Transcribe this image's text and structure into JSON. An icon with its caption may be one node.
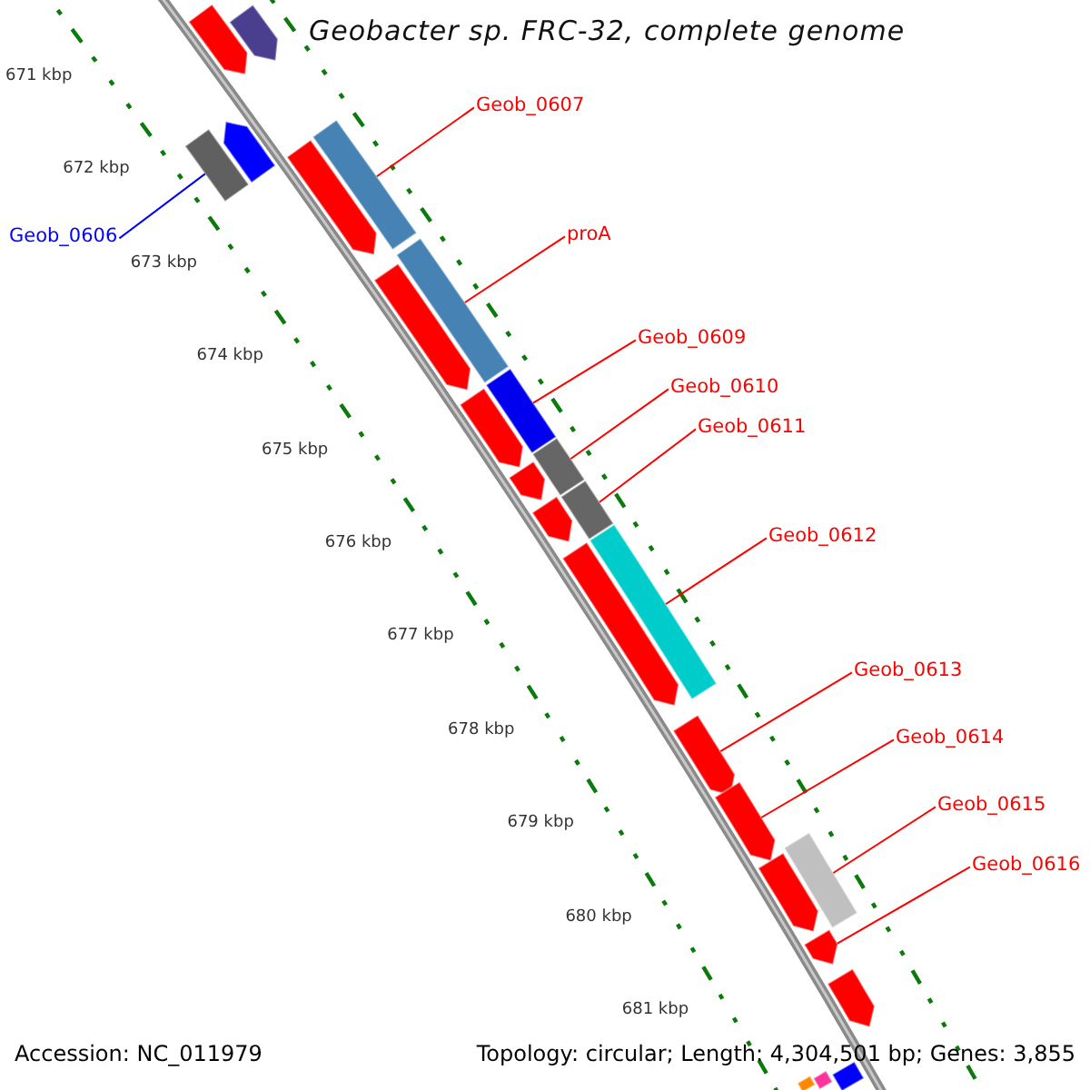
{
  "diagram": {
    "title": "Geobacter sp. FRC-32, complete genome",
    "nodes": [
      {
        "text": [
          "Geob_0607"
        ]
      },
      {
        "text": [
          "proA"
        ]
      },
      {
        "text": [
          "Geob_0606"
        ]
      },
      {
        "text": [
          "Geob_0609"
        ]
      },
      {
        "text": [
          "Geob_0610"
        ]
      },
      {
        "text": [
          "Geob_0611"
        ]
      },
      {
        "text": [
          "Geob_0612"
        ]
      },
      {
        "text": [
          "Geob_0613"
        ]
      },
      {
        "text": [
          "Geob_0614"
        ]
      },
      {
        "text": [
          "Geob_0615"
        ]
      },
      {
        "text": [
          "Geob_0616"
        ]
      },
      {
        "text": [],
        "shape": "bar"
      },
      {
        "text": [],
        "shape": "bar"
      },
      {
        "text": [],
        "shape": "bar"
      },
      {
        "text": [],
        "shape": "bar"
      },
      {
        "text": [],
        "shape": "bar"
      },
      {
        "text": [],
        "shape": "bar"
      },
      {
        "text": [],
        "shape": "bar"
      },
      {
        "text": [],
        "shape": "bar"
      },
      {
        "text": [],
        "shape": "bar"
      },
      {
        "text": [],
        "shape": "bar"
      },
      {
        "text": [],
        "shape": "bar"
      },
      {
        "text": [],
        "shape": "bar"
      },
      {
        "text": [],
        "shape": "bar"
      },
      {
        "text": [],
        "shape": "bar"
      },
      {
        "text": [],
        "shape": "bar"
      },
      {
        "text": [],
        "shape": "bar"
      },
      {
        "text": [],
        "shape": "bar"
      },
      {
        "text": [],
        "shape": "bar"
      },
      {
        "text": [],
        "shape": "bar"
      },
      {
        "text": [],
        "shape": "bar"
      },
      {
        "text": [],
        "shape": "bar"
      },
      {
        "text": [],
        "shape": "bar"
      },
      {
        "text": [],
        "shape": "bar"
      },
      {
        "text": [],
        "shape": "bar"
      },
      {
        "text": [],
        "shape": "bar"
      }
    ],
    "edges": [
      {
        "from": 0,
        "to": 15,
        "arrow": "none"
      },
      {
        "from": 1,
        "to": 17,
        "arrow": "none"
      },
      {
        "from": 2,
        "to": 13,
        "arrow": "none",
        "color": "#0000ff"
      },
      {
        "from": 3,
        "to": 19,
        "arrow": "none"
      },
      {
        "from": 4,
        "to": 21,
        "arrow": "none"
      },
      {
        "from": 5,
        "to": 24,
        "arrow": "none"
      },
      {
        "from": 6,
        "to": 25,
        "arrow": "none"
      },
      {
        "from": 7,
        "to": 27,
        "arrow": "none"
      },
      {
        "from": 8,
        "to": 28,
        "arrow": "none"
      },
      {
        "from": 9,
        "to": 29,
        "arrow": "none"
      },
      {
        "from": 10,
        "to": 31,
        "arrow": "none"
      }
    ],
    "labels": [
      "671 kbp",
      "672 kbp",
      "673 kbp",
      "674 kbp",
      "675 kbp",
      "676 kbp",
      "677 kbp",
      "678 kbp",
      "679 kbp",
      "680 kbp",
      "681 kbp",
      "Accession: NC_011979",
      "Topology: circular; Length: 4,304,501 bp; Genes: 3,855"
    ]
  }
}
